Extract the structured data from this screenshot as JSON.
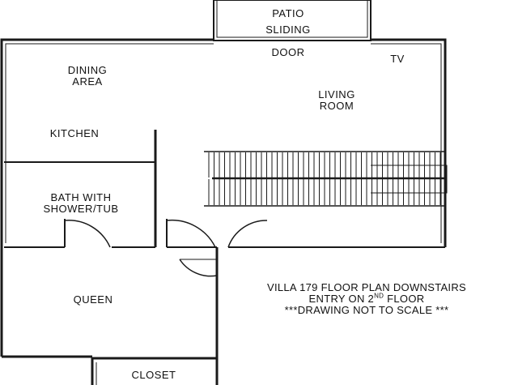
{
  "rooms": {
    "patio": "PATIO",
    "sliding": "SLIDING",
    "door": "DOOR",
    "tv": "TV",
    "dining_line1": "DINING",
    "dining_line2": "AREA",
    "living_line1": "LIVING",
    "living_line2": "ROOM",
    "kitchen": "KITCHEN",
    "bath_line1": "BATH WITH",
    "bath_line2": "SHOWER/TUB",
    "queen": "QUEEN",
    "closet": "CLOSET"
  },
  "notes": {
    "line1": "VILLA 179 FLOOR PLAN DOWNSTAIRS",
    "line2_prefix": "ENTRY ON 2",
    "line2_sup": "ND",
    "line2_suffix": " FLOOR",
    "line3": "***DRAWING NOT TO SCALE ***"
  },
  "colors": {
    "wall": "#1a1a1a",
    "background": "#ffffff"
  }
}
